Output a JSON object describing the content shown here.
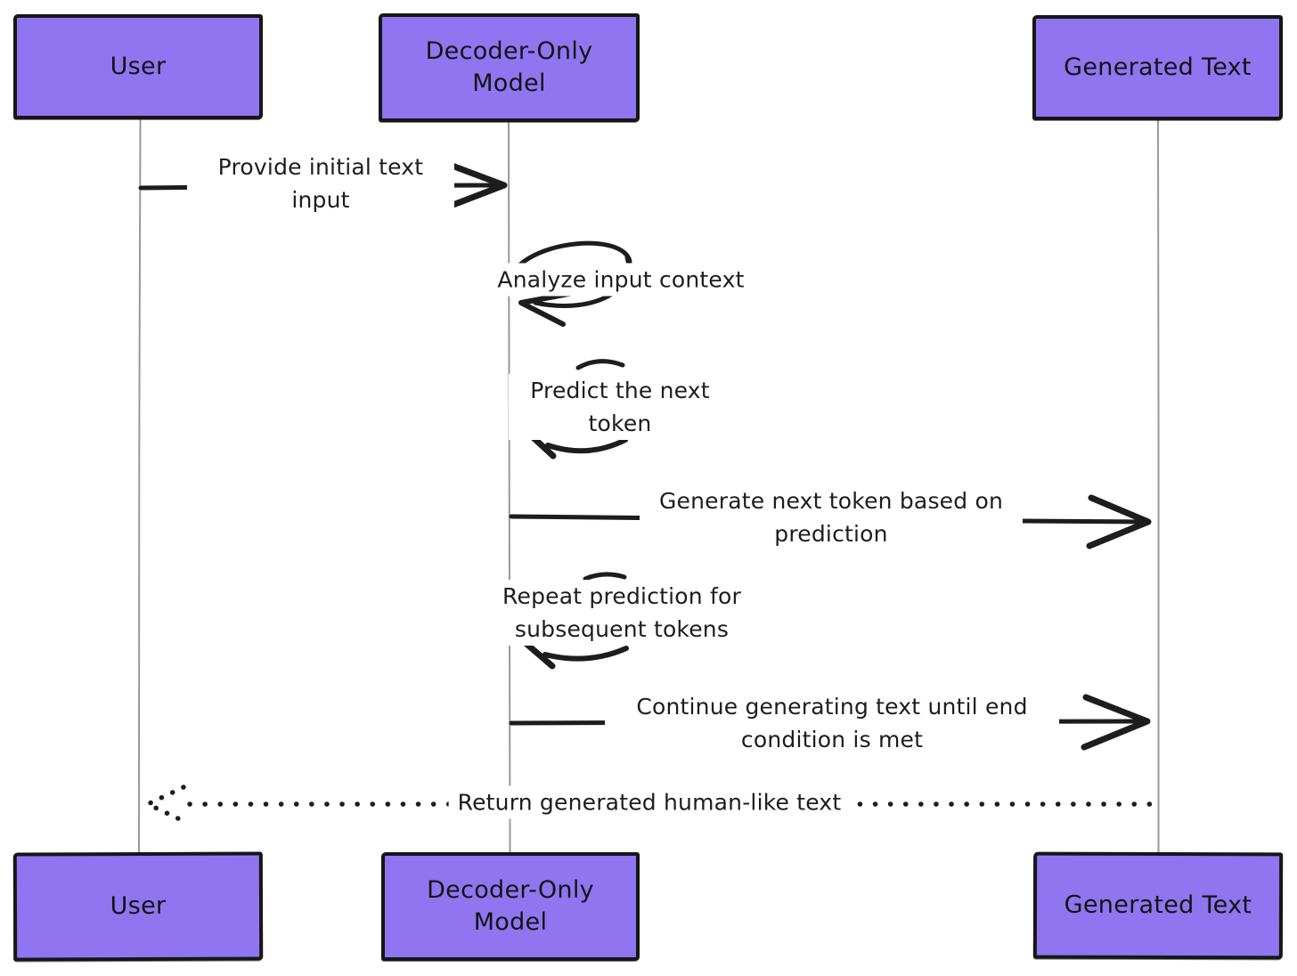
{
  "diagram": {
    "type": "sequence",
    "participants": [
      {
        "id": "user",
        "label": "User"
      },
      {
        "id": "model",
        "label": "Decoder-Only Model"
      },
      {
        "id": "generated",
        "label": "Generated Text"
      }
    ],
    "messages": [
      {
        "from": "user",
        "to": "model",
        "style": "solid-arrow",
        "label": "Provide initial text input"
      },
      {
        "from": "model",
        "to": "model",
        "style": "self-loop",
        "label": "Analyze input context"
      },
      {
        "from": "model",
        "to": "model",
        "style": "self-loop",
        "label": "Predict the next token"
      },
      {
        "from": "model",
        "to": "generated",
        "style": "solid-arrow",
        "label": "Generate next token based on prediction"
      },
      {
        "from": "model",
        "to": "model",
        "style": "self-loop",
        "label": "Repeat prediction for subsequent tokens"
      },
      {
        "from": "model",
        "to": "generated",
        "style": "solid-arrow",
        "label": "Continue generating text until end condition is met"
      },
      {
        "from": "generated",
        "to": "user",
        "style": "dotted-arrow",
        "label": "Return generated human-like text"
      }
    ],
    "colors": {
      "participant_fill": "#8f75f0",
      "stroke": "#1d1d1d",
      "lifeline": "#999999",
      "background": "#ffffff"
    }
  }
}
